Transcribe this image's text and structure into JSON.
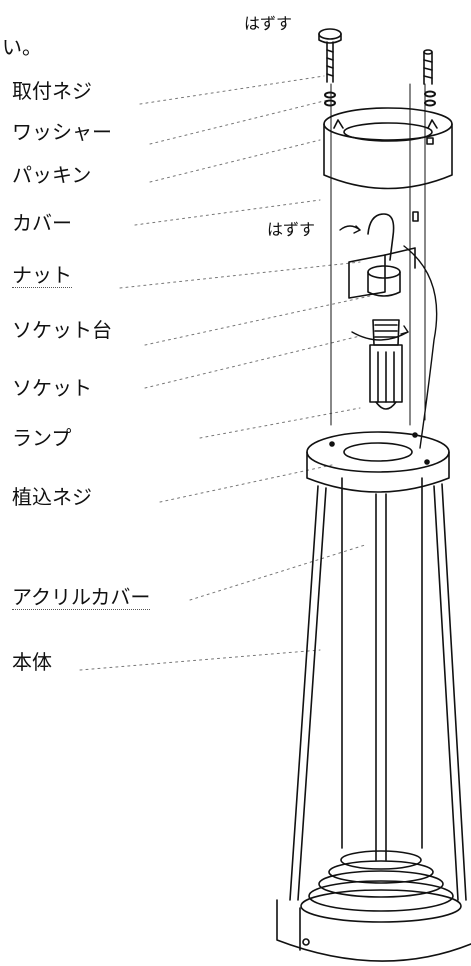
{
  "fragment": "い。",
  "callouts": {
    "remove_top": "はずす",
    "remove_mid": "はずす"
  },
  "parts": [
    {
      "key": "mounting_screw",
      "label": "取付ネジ"
    },
    {
      "key": "washer",
      "label": "ワッシャー"
    },
    {
      "key": "packing",
      "label": "パッキン"
    },
    {
      "key": "cover",
      "label": "カバー"
    },
    {
      "key": "nut",
      "label": "ナット"
    },
    {
      "key": "socket_base",
      "label": "ソケット台"
    },
    {
      "key": "socket",
      "label": "ソケット"
    },
    {
      "key": "lamp",
      "label": "ランプ"
    },
    {
      "key": "stud_screw",
      "label": "植込ネジ"
    },
    {
      "key": "acrylic_cover",
      "label": "アクリルカバー"
    },
    {
      "key": "body",
      "label": "本体"
    }
  ]
}
